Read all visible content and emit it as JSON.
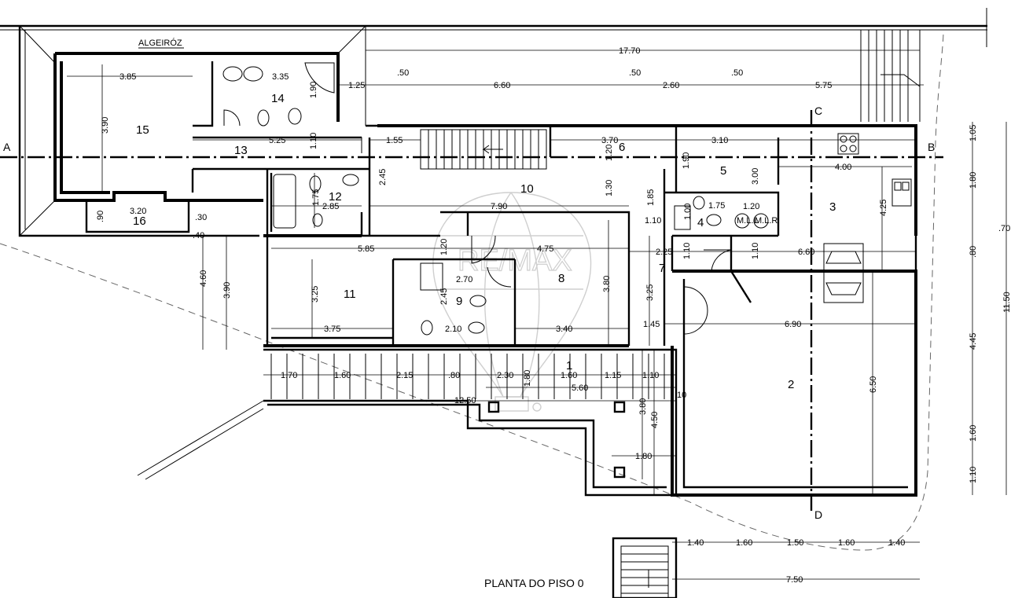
{
  "drawing": {
    "title": "PLANTA DO PISO 0",
    "gutter_label": "ALGEIRÓZ",
    "section_markers": [
      "A",
      "B",
      "C",
      "D"
    ],
    "watermark": "RE/MAX",
    "rooms": [
      "1",
      "2",
      "3",
      "4",
      "5",
      "6",
      "7",
      "8",
      "9",
      "10",
      "11",
      "12",
      "13",
      "14",
      "15",
      "16"
    ],
    "appliance_labels": [
      "M.L.L",
      "M.L.R"
    ],
    "dimensions": {
      "top_total": "17.70",
      "top_a": "1.25",
      "top_b": ".50",
      "top_c": "6.60",
      "top_d": ".50",
      "top_e": "2.60",
      "top_f": ".50",
      "top_g": "5.75",
      "r15_w": "3.85",
      "r15_h": "3.90",
      "r14_w": "3.35",
      "r14_h": "1.90",
      "r13_w": "5.25",
      "r13_h": "1.10",
      "corr_w": "1.55",
      "r6_w": "3.70",
      "r6_h": "1.20",
      "r5_w": "3.10",
      "r5_h": "1.90",
      "r3_w": "4.00",
      "r3_h": "4.25",
      "r3_wall": "3.00",
      "r12_w": "2.85",
      "r12_h": "1.75",
      "r12_hall": "2.45",
      "r10_w": "7.90",
      "r10_h": "1.30",
      "r10_h2": "1.85",
      "r16_w": "3.20",
      "r16_h": ".90",
      "r16_a": ".30",
      "r16_b": ".40",
      "r4_w": "1.75",
      "r4_h": "1.00",
      "laundry_w": "1.20",
      "r4_door": "1.10",
      "r11_w": "5.85",
      "r11_h": "3.25",
      "r11_w2": "3.75",
      "r11_door": "1.20",
      "r8_w": "4.75",
      "r8_h": "3.80",
      "r8_w2": "3.40",
      "r7_w": "2.25",
      "r7_h": "3.25",
      "r7_door": "1.10",
      "r7_door2": "1.10",
      "r7_w2": "1.45",
      "kitchen_w": "6.60",
      "r9_w": "2.70",
      "r9_h": "2.45",
      "r9_w2": "2.10",
      "r2_w": "6.90",
      "r2_h": "6.50",
      "left_a": "4.60",
      "left_b": "3.90",
      "ter_a": "1.70",
      "ter_b": "1.60",
      "ter_c": "2.15",
      "ter_d": ".80",
      "ter_e": "2.30",
      "ter_f": "1.80",
      "ter_g": "1.60",
      "ter_h": "1.15",
      "ter_i": "1.10",
      "ter_total": "5.60",
      "ter_j": ".10",
      "ter_width": "12.50",
      "ter_k": "3.80",
      "ter_l": "4.50",
      "ter_m": "1.80",
      "right_a": "1.05",
      "right_b": "1.80",
      "right_c": ".70",
      "right_d": ".80",
      "right_e": "4.45",
      "right_f": "1.60",
      "right_g": "1.10",
      "right_total": "11.50",
      "bot_a": "1.40",
      "bot_b": "1.60",
      "bot_c": "1.50",
      "bot_d": "1.60",
      "bot_e": "1.40",
      "bot_total": "7.50"
    }
  }
}
